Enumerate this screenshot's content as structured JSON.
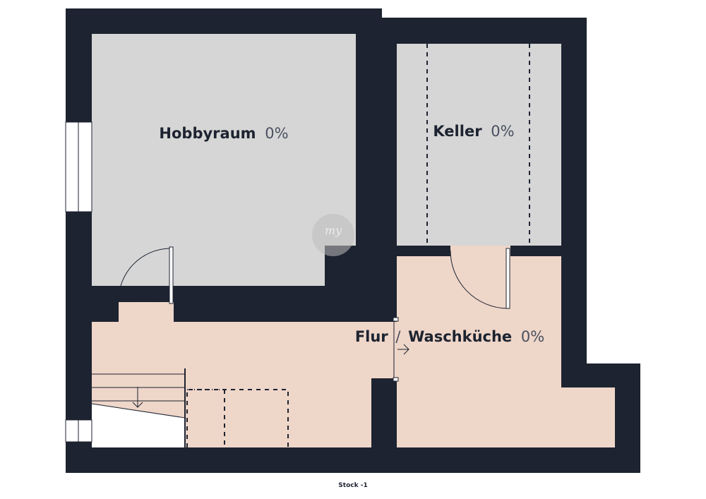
{
  "rooms": [
    {
      "id": "hobbyraum",
      "name": "Hobbyraum",
      "percent": "0%"
    },
    {
      "id": "keller",
      "name": "Keller",
      "percent": "0%"
    },
    {
      "id": "flur",
      "name": "Flur",
      "separator": "/",
      "name2": "Waschküche",
      "percent": "0%"
    }
  ],
  "floor_label": "Stock -1",
  "watermark": "my",
  "colors": {
    "wall": "#1d2330",
    "grey_room": "#d6d6d6",
    "pink_room": "#eed6c9",
    "white_area": "#ffffff"
  }
}
